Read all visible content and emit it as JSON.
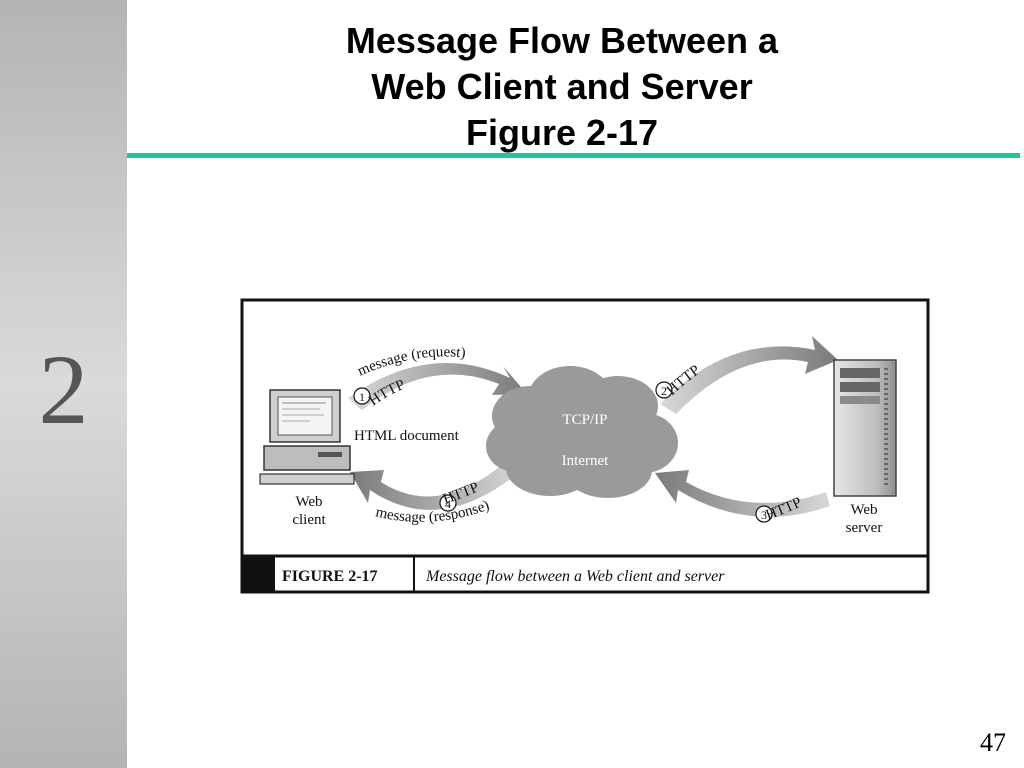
{
  "sidebar": {
    "chapter_number": "2"
  },
  "header": {
    "title_lines": [
      "Message Flow Between a",
      "Web Client and Server",
      "Figure 2-17"
    ]
  },
  "figure": {
    "caption_label": "FIGURE 2-17",
    "caption_text": "Message flow between a Web client and server",
    "cloud_line1": "TCP/IP",
    "cloud_line2": "Internet",
    "client_line1": "Web",
    "client_line2": "client",
    "server_line1": "Web",
    "server_line2": "server",
    "steps": [
      {
        "number": "1",
        "protocol": "HTTP"
      },
      {
        "number": "2",
        "protocol": "HTTP"
      },
      {
        "number": "3",
        "protocol": "HTTP"
      },
      {
        "number": "4",
        "protocol": "HTTP"
      }
    ],
    "request_label": "message (request)",
    "response_label": "message (response)",
    "document_label": "HTML document"
  },
  "footer": {
    "page_number": "47"
  }
}
